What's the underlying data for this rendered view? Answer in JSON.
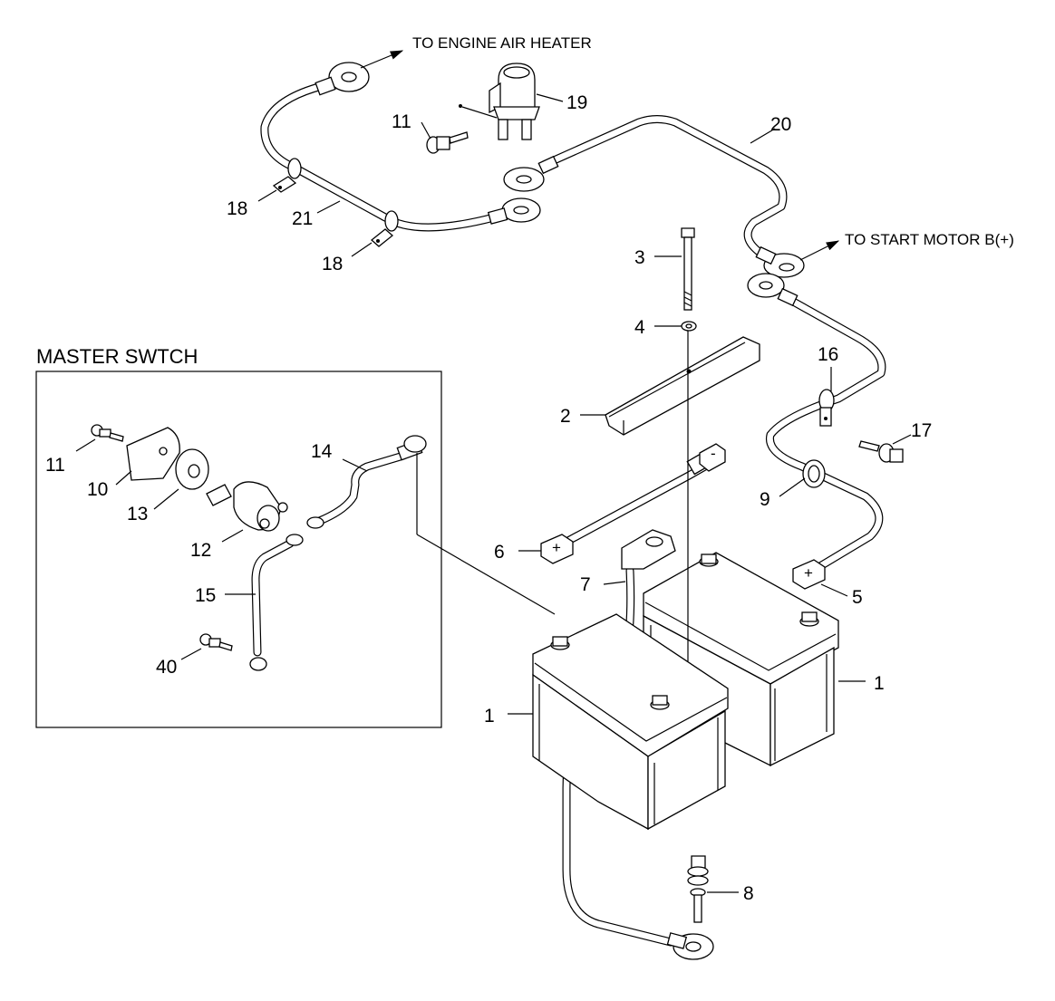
{
  "callouts": {
    "c1a": "1",
    "c1b": "1",
    "c2": "2",
    "c3": "3",
    "c4": "4",
    "c5": "5",
    "c6": "6",
    "c7": "7",
    "c8": "8",
    "c9": "9",
    "c10": "10",
    "c11a": "11",
    "c11b": "11",
    "c12": "12",
    "c13": "13",
    "c14": "14",
    "c15": "15",
    "c16": "16",
    "c17": "17",
    "c18a": "18",
    "c18b": "18",
    "c19": "19",
    "c20": "20",
    "c21": "21",
    "c40": "40"
  },
  "notes": {
    "engine_heater": "TO ENGINE AIR HEATER",
    "start_motor": "TO START MOTOR B(+)"
  },
  "inset": {
    "title": "MASTER SWTCH"
  },
  "terminal_marks": {
    "plus": "+",
    "minus": "-"
  }
}
